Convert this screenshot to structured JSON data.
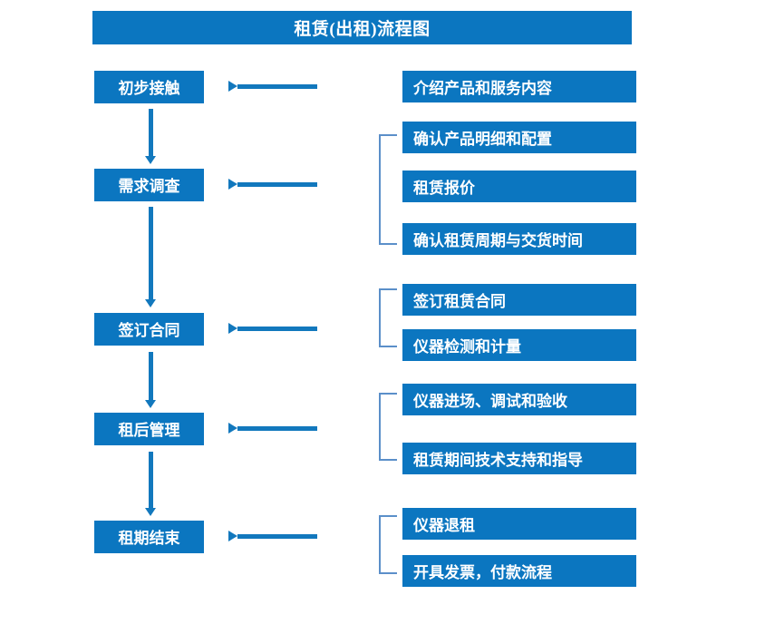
{
  "title": "租赁(出租)流程图",
  "colors": {
    "box_blue": "#0b76c0",
    "arrow_blue": "#1278bd",
    "bracket_blue": "#5b8fc9",
    "text_white": "#ffffff",
    "background": "#ffffff"
  },
  "stages": [
    {
      "label": "初步接触"
    },
    {
      "label": "需求调查"
    },
    {
      "label": "签订合同"
    },
    {
      "label": "租后管理"
    },
    {
      "label": "租期结束"
    }
  ],
  "details": [
    {
      "label": "介绍产品和服务内容"
    },
    {
      "label": "确认产品明细和配置"
    },
    {
      "label": "租赁报价"
    },
    {
      "label": "确认租赁周期与交货时间"
    },
    {
      "label": "签订租赁合同"
    },
    {
      "label": "仪器检测和计量"
    },
    {
      "label": "仪器进场、调试和验收"
    },
    {
      "label": "租赁期间技术支持和指导"
    },
    {
      "label": "仪器退租"
    },
    {
      "label": "开具发票，付款流程"
    }
  ],
  "groups": [
    {
      "stage": "需求调查",
      "members": [
        "确认产品明细和配置",
        "租赁报价",
        "确认租赁周期与交货时间"
      ]
    },
    {
      "stage": "签订合同",
      "members": [
        "签订租赁合同",
        "仪器检测和计量"
      ]
    },
    {
      "stage": "租后管理",
      "members": [
        "仪器进场、调试和验收",
        "租赁期间技术支持和指导"
      ]
    },
    {
      "stage": "租期结束",
      "members": [
        "仪器退租",
        "开具发票，付款流程"
      ]
    }
  ],
  "flow_edges": [
    {
      "from": "初步接触",
      "to": "需求调查",
      "direction": "down"
    },
    {
      "from": "需求调查",
      "to": "签订合同",
      "direction": "down"
    },
    {
      "from": "签订合同",
      "to": "租后管理",
      "direction": "down"
    },
    {
      "from": "租后管理",
      "to": "租期结束",
      "direction": "down"
    },
    {
      "from": "初步接触",
      "to": "介绍产品和服务内容",
      "direction": "right"
    },
    {
      "from": "需求调查",
      "to": "需求调查明细组",
      "direction": "right"
    },
    {
      "from": "签订合同",
      "to": "签订合同明细组",
      "direction": "right"
    },
    {
      "from": "租后管理",
      "to": "租后管理明细组",
      "direction": "right"
    },
    {
      "from": "租期结束",
      "to": "租期结束明细组",
      "direction": "right"
    }
  ]
}
